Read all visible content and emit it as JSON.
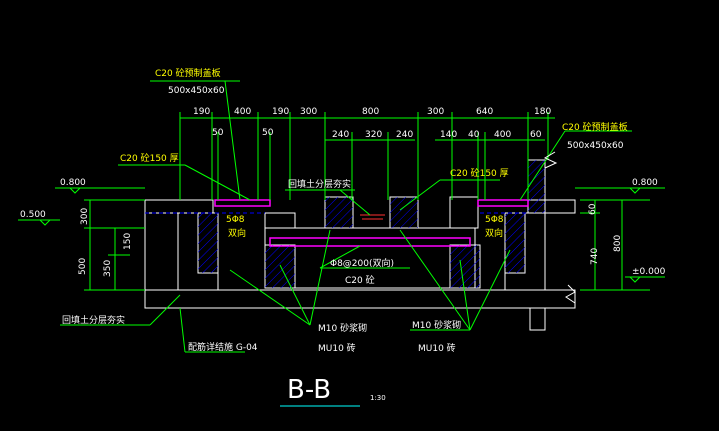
{
  "drawing": {
    "title": "B-B",
    "scale": "1:30"
  },
  "labels": {
    "cover_left": "C20 砼预制盖板",
    "cover_left_size": "500x450x60",
    "cover_right": "C20 砼预制盖板",
    "cover_right_size": "500x450x60",
    "slab_left": "C20 砼150 厚",
    "slab_right": "C20 砼150 厚",
    "backfill_top": "回填土分层夯实",
    "backfill_bottom": "回填土分层夯实",
    "rebar_left": "5Φ8",
    "rebar_left_dir": "双向",
    "rebar_right": "5Φ8",
    "rebar_right_dir": "双向",
    "rebar_center": "Φ8@200(双向)",
    "concrete_center": "C20 砼",
    "mortar_left": "M10 砂浆砌",
    "brick_left": "MU10 砖",
    "mortar_right": "M10 砂浆砌",
    "brick_right": "MU10 砖",
    "config_ref": "配筋详结施 G-04"
  },
  "dims_top": [
    "190",
    "400",
    "190",
    "300",
    "800",
    "300",
    "640",
    "180"
  ],
  "dims_second": [
    "50",
    "50",
    "240",
    "320",
    "240",
    "140",
    "40",
    "400",
    "60"
  ],
  "dims_left": [
    "300",
    "500",
    "150",
    "350"
  ],
  "dims_right": [
    "60",
    "740",
    "800"
  ],
  "elevations": {
    "left_top": "0.800",
    "left_mid": "0.500",
    "right_top": "0.800",
    "right_zero": "±0.000"
  }
}
